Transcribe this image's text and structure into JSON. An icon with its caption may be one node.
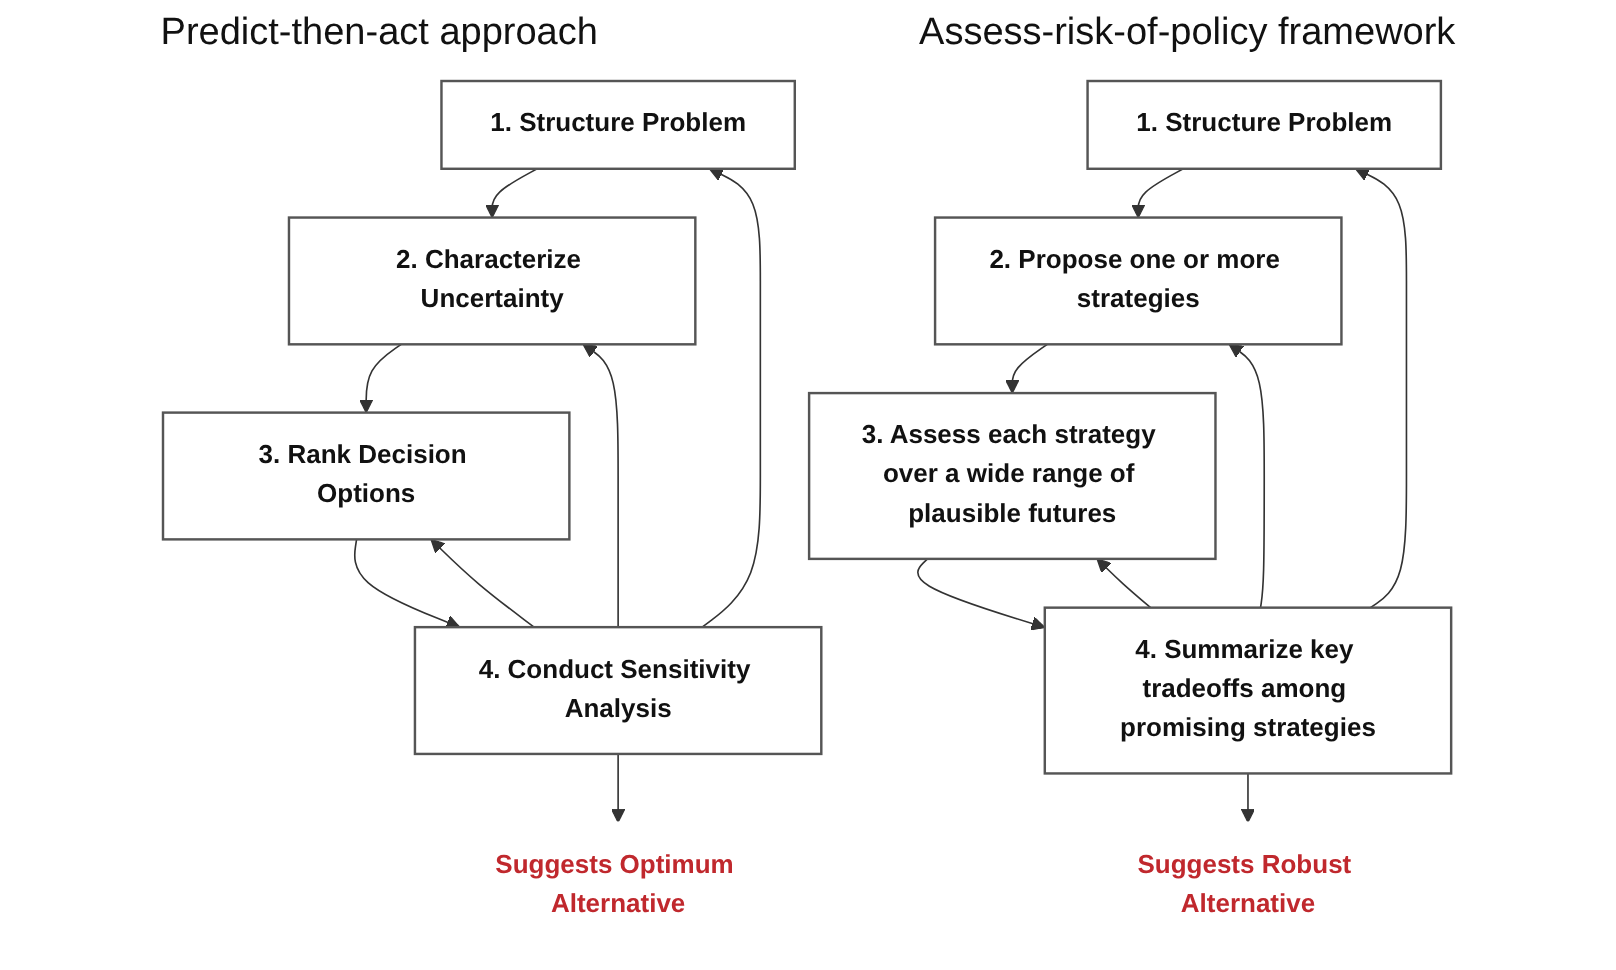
{
  "diagram": {
    "nodes": [
      {
        "text": [
          "1. Structure Problem"
        ]
      },
      {
        "text": [
          "2. Characterize Uncertainty"
        ]
      },
      {
        "text": [
          "3. Rank Decision Options"
        ]
      },
      {
        "text": [
          "4. Conduct Sensitivity Analysis"
        ]
      },
      {
        "text": [
          "Suggests Optimum Alternative"
        ]
      },
      {
        "text": [
          "1. Structure Problem"
        ]
      },
      {
        "text": [
          "2. Propose one or more strategies"
        ]
      },
      {
        "text": [
          "3. Assess each strategy over a wide range of plausible futures"
        ]
      },
      {
        "text": [
          "4. Summarize key tradeoffs among promising strategies"
        ]
      },
      {
        "text": [
          "Suggests Robust Alternative"
        ]
      }
    ],
    "edges": [
      {
        "from": 0,
        "to": 1,
        "arrow": "to"
      },
      {
        "from": 1,
        "to": 2,
        "arrow": "to"
      },
      {
        "from": 2,
        "to": 3,
        "arrow": "to"
      },
      {
        "from": 3,
        "to": 4,
        "arrow": "to"
      },
      {
        "from": 3,
        "to": 0,
        "arrow": "to"
      },
      {
        "from": 3,
        "to": 1,
        "arrow": "to"
      },
      {
        "from": 3,
        "to": 2,
        "arrow": "to"
      },
      {
        "from": 5,
        "to": 6,
        "arrow": "to"
      },
      {
        "from": 6,
        "to": 7,
        "arrow": "to"
      },
      {
        "from": 7,
        "to": 8,
        "arrow": "to"
      },
      {
        "from": 8,
        "to": 9,
        "arrow": "to"
      },
      {
        "from": 8,
        "to": 5,
        "arrow": "to"
      },
      {
        "from": 8,
        "to": 6,
        "arrow": "to"
      },
      {
        "from": 8,
        "to": 7,
        "arrow": "to"
      }
    ],
    "labels": [
      "Predict-then-act approach",
      "Assess-risk-of-policy framework"
    ]
  }
}
